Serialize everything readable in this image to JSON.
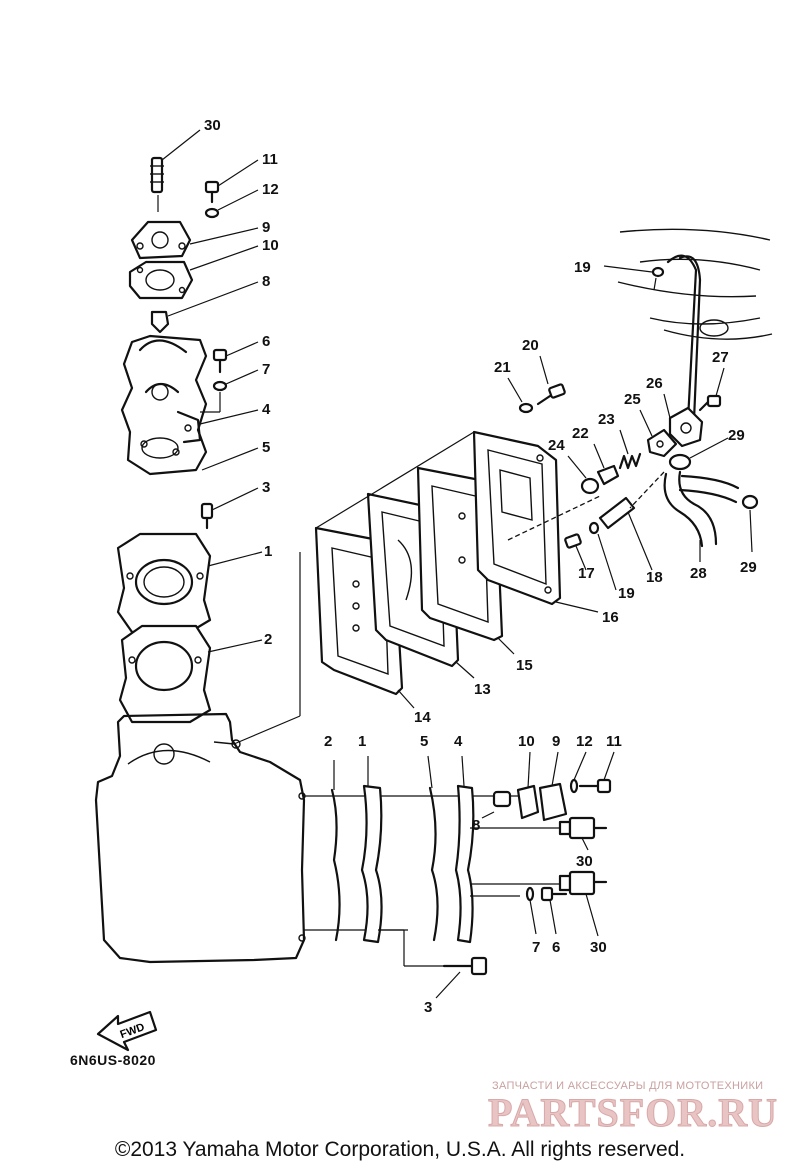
{
  "diagram": {
    "callouts": {
      "c30a": "30",
      "c11a": "11",
      "c12a": "12",
      "c9a": "9",
      "c10a": "10",
      "c8a": "8",
      "c6a": "6",
      "c7a": "7",
      "c4a": "4",
      "c5a": "5",
      "c3a": "3",
      "c1a": "1",
      "c2a": "2",
      "c19a": "19",
      "c20": "20",
      "c21": "21",
      "c26": "26",
      "c27": "27",
      "c25": "25",
      "c23": "23",
      "c22": "22",
      "c24": "24",
      "c29a": "29",
      "c29b": "29",
      "c28": "28",
      "c18": "18",
      "c19b": "19",
      "c17": "17",
      "c16": "16",
      "c15": "15",
      "c13": "13",
      "c14": "14",
      "c2b": "2",
      "c1b": "1",
      "c5b": "5",
      "c4b": "4",
      "c10b": "10",
      "c9b": "9",
      "c12b": "12",
      "c11b": "11",
      "c8b": "8",
      "c30b": "30",
      "c7b": "7",
      "c6b": "6",
      "c30c": "30",
      "c3b": "3"
    },
    "fwd_label": "FWD",
    "part_code": "6N6US-8020"
  },
  "watermark": {
    "small_text": "ЗАПЧАСТИ И АКСЕССУАРЫ ДЛЯ МОТОТЕХНИКИ",
    "logo_text": "PARTSFOR.RU",
    "color": "#d9b3b3"
  },
  "footer": {
    "copyright": "©2013 Yamaha Motor Corporation, U.S.A. All rights reserved."
  }
}
